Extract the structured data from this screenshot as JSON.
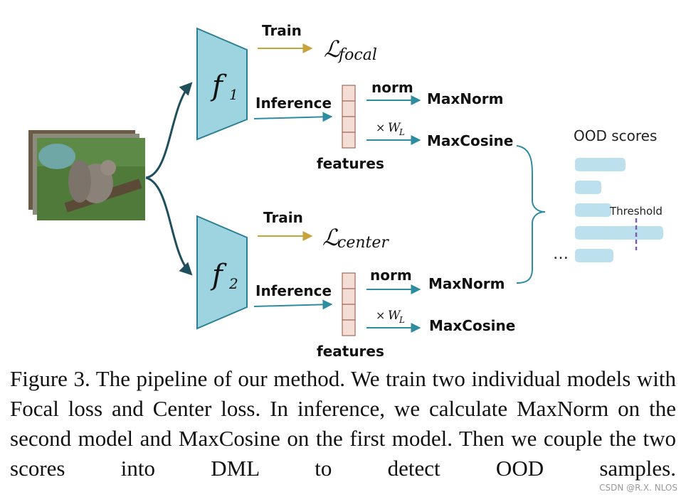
{
  "model1": {
    "symbol": "f",
    "subscript": "1",
    "train_label": "Train",
    "loss_script": "ℒ",
    "loss_name": "focal",
    "inference_label": "Inference",
    "features_label": "features",
    "norm_label": "norm",
    "weight_times": "×",
    "weight_symbol": "W",
    "weight_subscript": "L",
    "output_norm": "MaxNorm",
    "output_cosine": "MaxCosine"
  },
  "model2": {
    "symbol": "f",
    "subscript": "2",
    "train_label": "Train",
    "loss_script": "ℒ",
    "loss_name": "center",
    "inference_label": "Inference",
    "features_label": "features",
    "norm_label": "norm",
    "weight_times": "×",
    "weight_symbol": "W",
    "weight_subscript": "L",
    "output_norm": "MaxNorm",
    "output_cosine": "MaxCosine"
  },
  "scores": {
    "title": "OOD scores",
    "threshold_label": "Threshold",
    "ellipsis": "…",
    "bar_levels": [
      0.42,
      0.22,
      0.3,
      0.73,
      0.32
    ]
  },
  "colors": {
    "model_fill": "#9dd4df",
    "model_stroke": "#2b7f94",
    "arrow_teal": "#2e8ca0",
    "arrow_train": "#c8a23a",
    "feature_fill": "#f3ddd5",
    "feature_stroke": "#a06a5a",
    "score_bar": "#bde0ee",
    "threshold": "#7b5ea7",
    "branch": "#1f4f5c"
  },
  "caption": "Figure 3.  The pipeline of our method.  We train two individual models with Focal loss and Center loss. In inference, we calculate MaxNorm on the second model and MaxCosine on the first model. Then we couple the two scores into DML to detect OOD samples.",
  "watermark": "CSDN @R.X. NLOS"
}
